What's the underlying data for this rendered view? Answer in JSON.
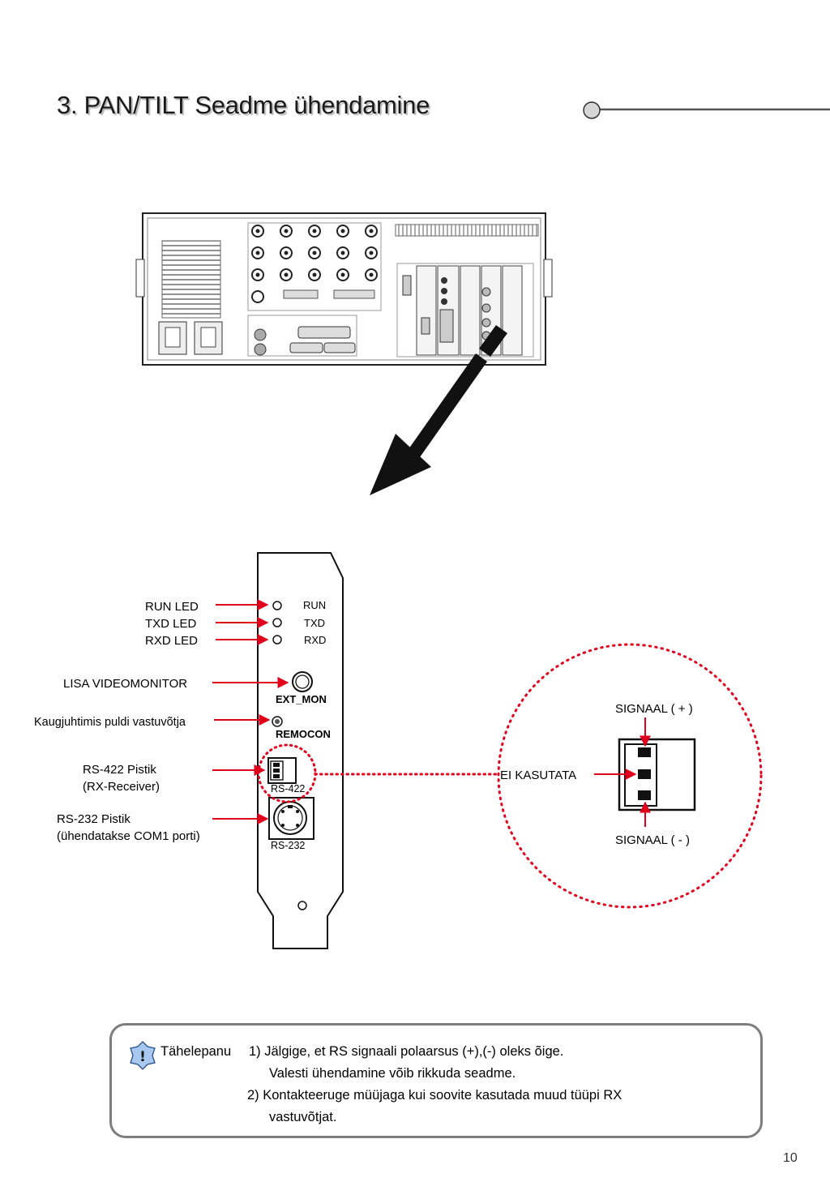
{
  "page": {
    "title": "3. PAN/TILT Seadme ühendamine",
    "page_number": "10"
  },
  "card": {
    "led_run": "RUN",
    "led_txd": "TXD",
    "led_rxd": "RXD",
    "ext_mon": "EXT_MON",
    "remocon": "REMOCON",
    "rs422": "RS-422",
    "rs232": "RS-232"
  },
  "callouts": {
    "run_led": "RUN LED",
    "txd_led": "TXD LED",
    "rxd_led": "RXD LED",
    "video_monitor": "LISA VIDEOMONITOR",
    "remote_receiver": "Kaugjuhtimis puldi vastuvõtja",
    "rs422_line1": "RS-422 Pistik",
    "rs422_line2": "(RX-Receiver)",
    "rs232_line1": "RS-232 Pistik",
    "rs232_line2": "(ühendatakse COM1 porti)"
  },
  "detail": {
    "signal_plus": "SIGNAAL ( + )",
    "not_used": "EI KASUTATA",
    "signal_minus": "SIGNAAL ( - )"
  },
  "note": {
    "icon": "exclamation-icon",
    "heading": "Tähelepanu",
    "item1": "1) Jälgige, et RS signaali polaarsus (+),(-) oleks õige.",
    "item1_cont": "Valesti ühendamine võib rikkuda seadme.",
    "item2": "2) Kontakteeruge müüjaga kui soovite kasutada muud tüüpi RX",
    "item2_cont": "vastuvõtjat."
  },
  "colors": {
    "callout_arrow": "#e0001b",
    "dotted_circle": "#e0001b",
    "note_border": "#7d7d7d",
    "note_icon_fill": "#a9c8f0"
  }
}
